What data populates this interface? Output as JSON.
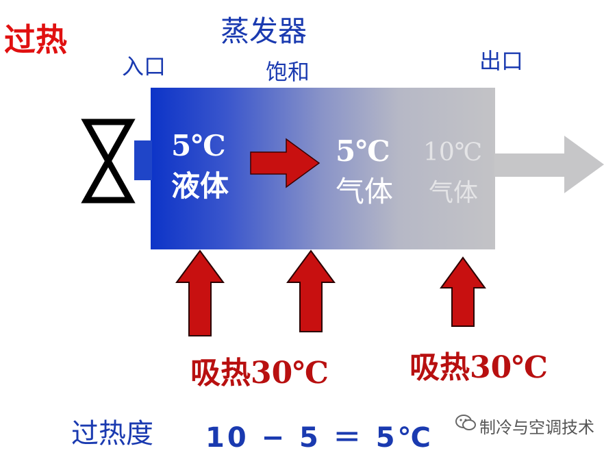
{
  "title": {
    "left": "过热",
    "center": "蒸发器"
  },
  "labels": {
    "inlet": "入口",
    "saturation": "饱和",
    "outlet": "出口"
  },
  "states": [
    {
      "temp": "5℃",
      "phase": "液体"
    },
    {
      "temp": "5℃",
      "phase": "气体"
    },
    {
      "temp": "10℃",
      "phase": "气体"
    }
  ],
  "heat": {
    "left": "吸热30℃",
    "right": "吸热30℃"
  },
  "superheat": {
    "label": "过热度",
    "expression": "10 − 5 ＝ 5℃"
  },
  "watermark": "制冷与空调技术",
  "colors": {
    "accent_red": "#c81010",
    "title_blue": "#1a3ab0",
    "inlet_blue": "#0d34c8",
    "outlet_gray": "#c3c3c6"
  }
}
